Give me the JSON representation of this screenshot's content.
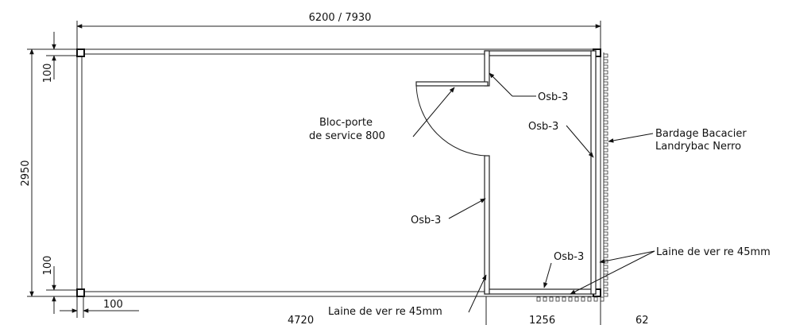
{
  "dimensions": {
    "overall_width": "6200 / 7930",
    "height": "2950",
    "top_offset": "100",
    "bottom_offset": "100",
    "left_offset": "100",
    "dim_4720": "4720",
    "dim_1256": "1256",
    "dim_62": "62"
  },
  "annotations": {
    "bloc_porte_line1": "Bloc-porte",
    "bloc_porte_line2": "de service 800",
    "osb_top": "Osb-3",
    "osb_right": "Osb-3",
    "osb_mid": "Osb-3",
    "osb_bottom": "Osb-3",
    "bardage_line1": "Bardage Bacacier",
    "bardage_line2": "Landrybac Nerro",
    "laine_right": "Laine de ver re 45mm",
    "laine_bottom": "Laine de ver re 45mm"
  }
}
